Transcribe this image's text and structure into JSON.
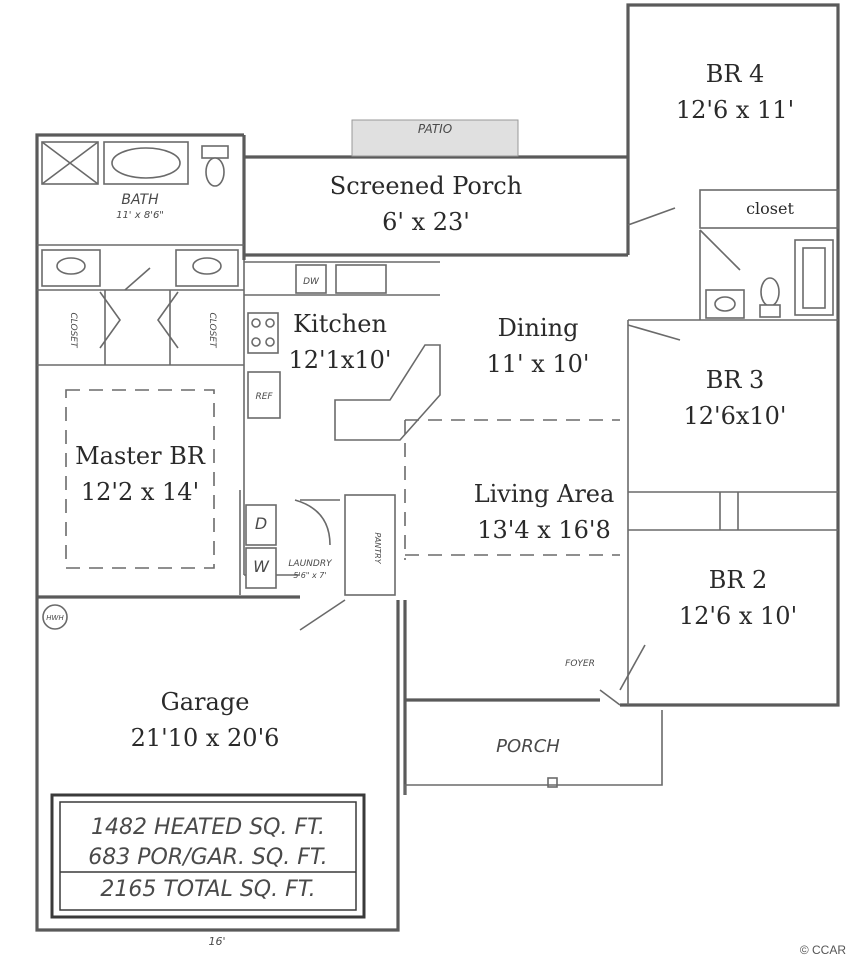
{
  "rooms": {
    "br4": {
      "name": "BR 4",
      "size": "12'6 x 11'"
    },
    "screened_porch": {
      "name": "Screened Porch",
      "size": "6' x 23'"
    },
    "patio": {
      "name": "PATIO"
    },
    "bath": {
      "name": "BATH",
      "size": "11' x 8'6\""
    },
    "kitchen": {
      "name": "Kitchen",
      "size": "12'1x10'"
    },
    "dining": {
      "name": "Dining",
      "size": "11' x 10'"
    },
    "br3": {
      "name": "BR 3",
      "size": "12'6x10'"
    },
    "master": {
      "name": "Master BR",
      "size": "12'2 x 14'"
    },
    "living": {
      "name": "Living Area",
      "size": "13'4 x 16'8"
    },
    "laundry": {
      "name": "LAUNDRY",
      "size": "5'6\" x 7'"
    },
    "pantry": {
      "name": "PANTRY"
    },
    "br2": {
      "name": "BR 2",
      "size": "12'6 x 10'"
    },
    "foyer": {
      "name": "FOYER"
    },
    "garage": {
      "name": "Garage",
      "size": "21'10 x 20'6"
    },
    "porch": {
      "name": "PORCH"
    }
  },
  "labels": {
    "closet_br4": "closet",
    "closet_left": "CLOSET",
    "closet_right": "CLOSET",
    "dw": "DW",
    "ref": "REF",
    "washer": "W",
    "dryer": "D",
    "water_heater": "HWH",
    "garage_width": "16'"
  },
  "summary": {
    "heated": "1482 HEATED SQ. FT.",
    "porch_garage": "683 POR/GAR. SQ. FT.",
    "total": "2165 TOTAL SQ. FT."
  },
  "watermark": "© CCAR"
}
